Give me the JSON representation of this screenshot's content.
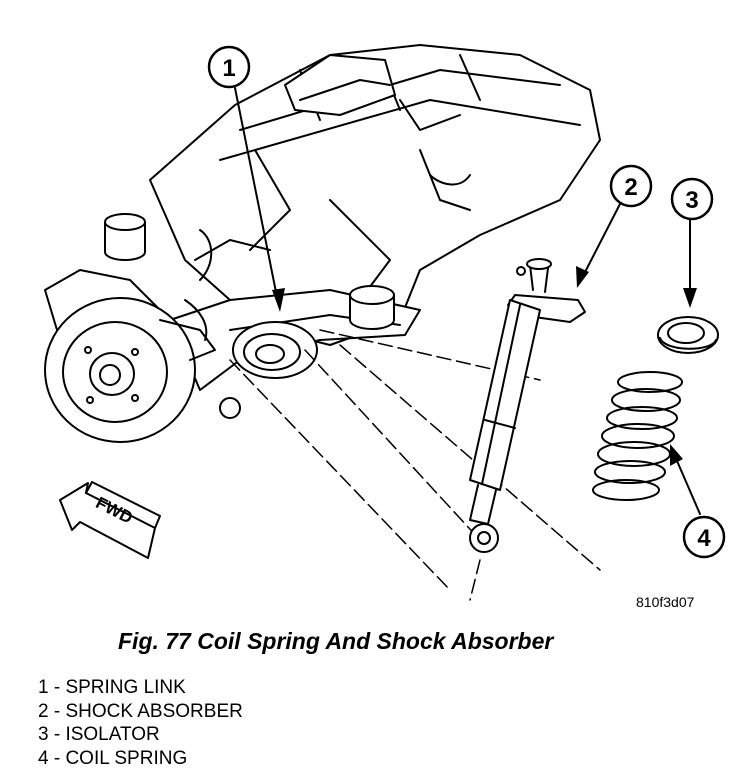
{
  "callouts": [
    "1",
    "2",
    "3",
    "4"
  ],
  "fwd_label": "FWD",
  "figure_code": "810f3d07",
  "caption": "Fig. 77 Coil Spring And Shock Absorber",
  "legend": [
    "1 - SPRING LINK",
    "2 - SHOCK ABSORBER",
    "3 - ISOLATOR",
    "4 - COIL SPRING"
  ]
}
